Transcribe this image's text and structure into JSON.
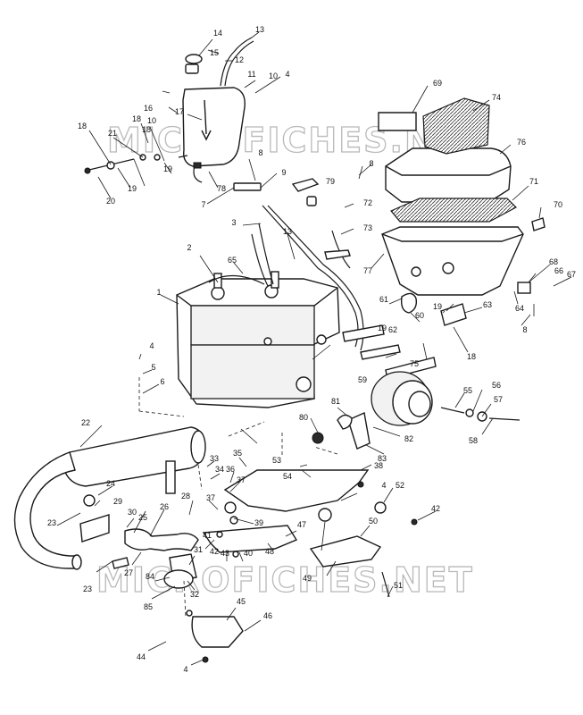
{
  "watermark": "MICROFICHES.NET",
  "callouts": {
    "c1": "1",
    "c2": "2",
    "c3": "3",
    "c4": "4",
    "c4b": "4",
    "c4c": "4",
    "c4d": "4",
    "c5": "5",
    "c6": "6",
    "c7": "7",
    "c8": "8",
    "c8b": "8",
    "c8c": "8",
    "c9": "9",
    "c10": "10",
    "c10b": "10",
    "c11": "11",
    "c12": "12",
    "c13": "13",
    "c13b": "13",
    "c14": "14",
    "c15": "15",
    "c16": "16",
    "c17": "17",
    "c18": "18",
    "c18b": "18",
    "c18c": "18",
    "c19": "19",
    "c19b": "19",
    "c19c": "19",
    "c19d": "19",
    "c20": "20",
    "c21": "21",
    "c22": "22",
    "c23": "23",
    "c23b": "23",
    "c24": "24",
    "c25": "25",
    "c26": "26",
    "c27": "27",
    "c28": "28",
    "c29": "29",
    "c30": "30",
    "c31": "31",
    "c32": "32",
    "c33": "33",
    "c34": "34",
    "c35": "35",
    "c36": "36",
    "c37": "37",
    "c37b": "37",
    "c38": "38",
    "c39": "39",
    "c40": "40",
    "c41": "41",
    "c42": "42",
    "c42b": "42",
    "c43": "43",
    "c44": "44",
    "c45": "45",
    "c46": "46",
    "c47": "47",
    "c48": "48",
    "c49": "49",
    "c50": "50",
    "c51": "51",
    "c52": "52",
    "c53": "53",
    "c54": "54",
    "c55": "55",
    "c56": "56",
    "c57": "57",
    "c58": "58",
    "c59": "59",
    "c60": "60",
    "c61": "61",
    "c62": "62",
    "c63": "63",
    "c64": "64",
    "c65": "65",
    "c66": "66",
    "c67": "67",
    "c68": "68",
    "c69": "69",
    "c70": "70",
    "c71": "71",
    "c72": "72",
    "c73": "73",
    "c74": "74",
    "c75": "75",
    "c76": "76",
    "c77": "77",
    "c78": "78",
    "c79": "79",
    "c80": "80",
    "c81": "81",
    "c82": "82",
    "c83": "83",
    "c84": "84",
    "c85": "85"
  }
}
